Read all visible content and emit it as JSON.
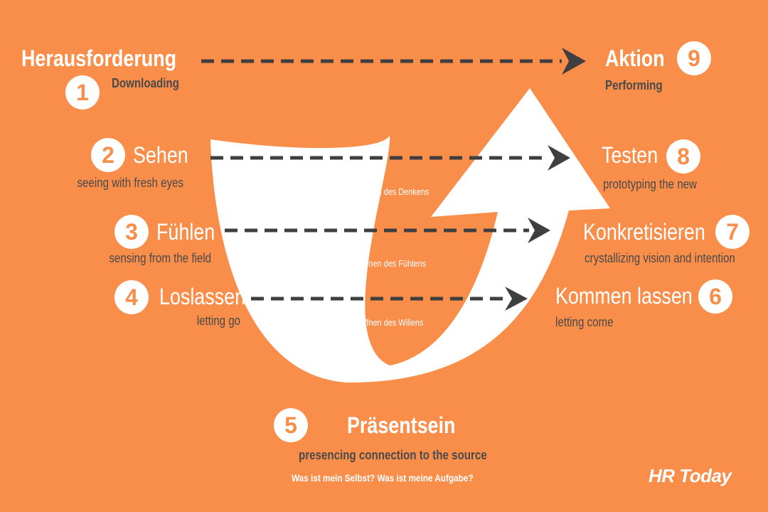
{
  "steps": [
    {
      "number": "1",
      "title": "Herausforderung",
      "subtitle": "Downloading"
    },
    {
      "number": "2",
      "title": "Sehen",
      "subtitle": "seeing with fresh eyes"
    },
    {
      "number": "3",
      "title": "Fühlen",
      "subtitle": "sensing from the field"
    },
    {
      "number": "4",
      "title": "Loslassen",
      "subtitle": "letting go"
    },
    {
      "number": "5",
      "title": "Präsentsein",
      "subtitle": "presencing connection to the source",
      "question": "Was ist mein Selbst? Was ist meine Aufgabe?"
    },
    {
      "number": "6",
      "title": "Kommen lassen",
      "subtitle": "letting come"
    },
    {
      "number": "7",
      "title": "Konkretisieren",
      "subtitle": "crystallizing vision and intention"
    },
    {
      "number": "8",
      "title": "Testen",
      "subtitle": "prototyping the new"
    },
    {
      "number": "9",
      "title": "Aktion",
      "subtitle": "Performing"
    }
  ],
  "openings": [
    "Öffnen des Denkens",
    "Öffnen des Fühlens",
    "Öffnen des Willens"
  ],
  "logo": "HR Today",
  "colors": {
    "background": "#F98E4B",
    "arrow": "#FFFFFF",
    "dash": "#3F3F3F",
    "subtext": "#4A4A4A"
  }
}
